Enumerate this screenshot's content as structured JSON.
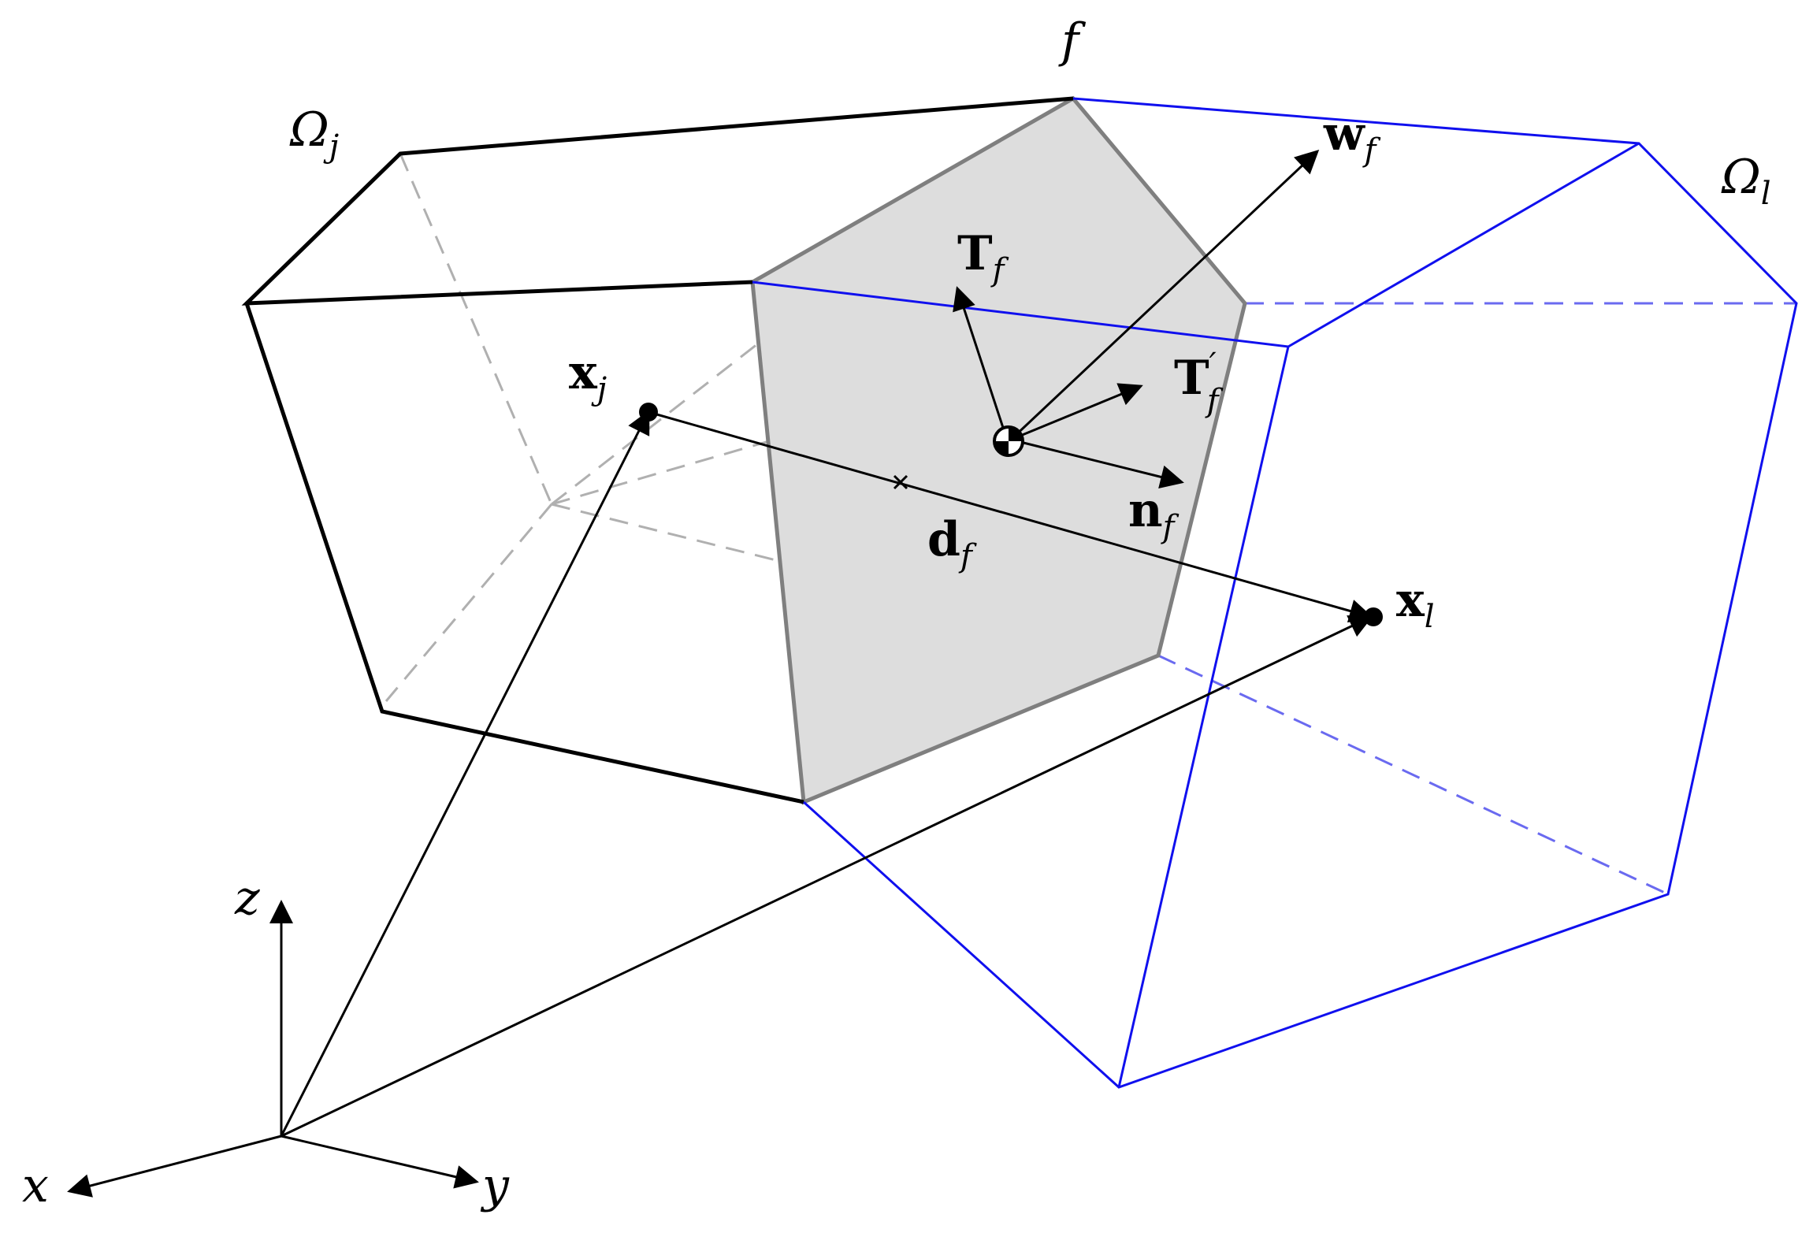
{
  "labels": {
    "cell_j": {
      "base": "Ω",
      "sub": "j"
    },
    "cell_l": {
      "base": "Ω",
      "sub": "l"
    },
    "face": {
      "base": "f"
    },
    "xj": {
      "base": "x",
      "sub": "j"
    },
    "xl": {
      "base": "x",
      "sub": "l"
    },
    "Tf": {
      "base": "T",
      "sub": "f"
    },
    "Tfp": {
      "base": "T",
      "sup": "′",
      "sub": "f"
    },
    "wf": {
      "base": "w",
      "sub": "f"
    },
    "nf": {
      "base": "n",
      "sub": "f"
    },
    "df": {
      "base": "d",
      "sub": "f"
    },
    "axis_x": "x",
    "axis_y": "y",
    "axis_z": "z"
  },
  "colors": {
    "cell_j_edge": "#000000",
    "cell_l_edge": "#1010ee",
    "face_fill": "#dddddd",
    "face_edge": "#7f7f7f",
    "hidden_edge_j": "#b0b0b0",
    "hidden_edge_l": "#6a6af0"
  }
}
